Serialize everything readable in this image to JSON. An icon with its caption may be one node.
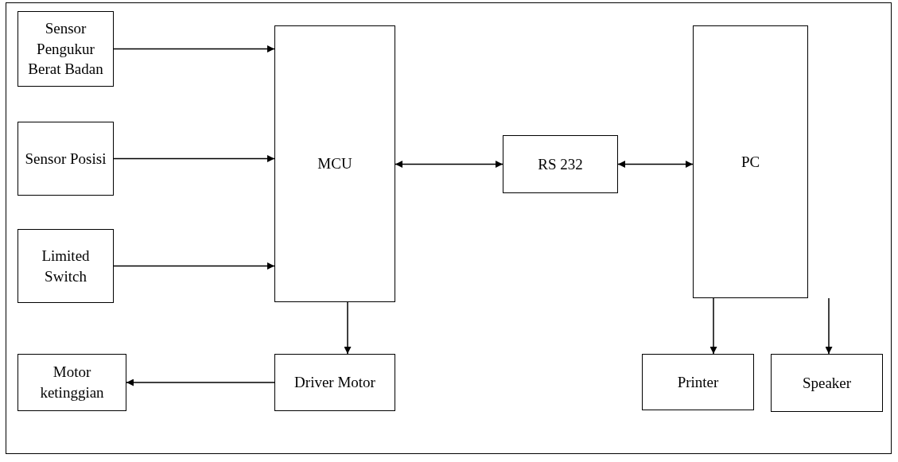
{
  "diagram": {
    "nodes": [
      {
        "text": [
          "Sensor Pengukur Berat Badan"
        ]
      },
      {
        "text": [
          "Sensor Posisi"
        ]
      },
      {
        "text": [
          "Limited Switch"
        ]
      },
      {
        "text": [
          "MCU"
        ]
      },
      {
        "text": [
          "RS 232"
        ]
      },
      {
        "text": [
          "PC"
        ]
      },
      {
        "text": [
          "Motor ketinggian"
        ]
      },
      {
        "text": [
          "Driver Motor"
        ]
      },
      {
        "text": [
          "Printer"
        ]
      },
      {
        "text": [
          "Speaker"
        ]
      }
    ],
    "edges": [
      {
        "from": 0,
        "to": 3,
        "arrow": "to"
      },
      {
        "from": 1,
        "to": 3,
        "arrow": "to"
      },
      {
        "from": 2,
        "to": 3,
        "arrow": "to"
      },
      {
        "from": 3,
        "to": 4,
        "arrow": "both"
      },
      {
        "from": 4,
        "to": 5,
        "arrow": "both"
      },
      {
        "from": 3,
        "to": 7,
        "arrow": "to"
      },
      {
        "from": 7,
        "to": 6,
        "arrow": "to"
      },
      {
        "from": 5,
        "to": 8,
        "arrow": "to"
      },
      {
        "from": 5,
        "to": 9,
        "arrow": "to"
      }
    ]
  }
}
